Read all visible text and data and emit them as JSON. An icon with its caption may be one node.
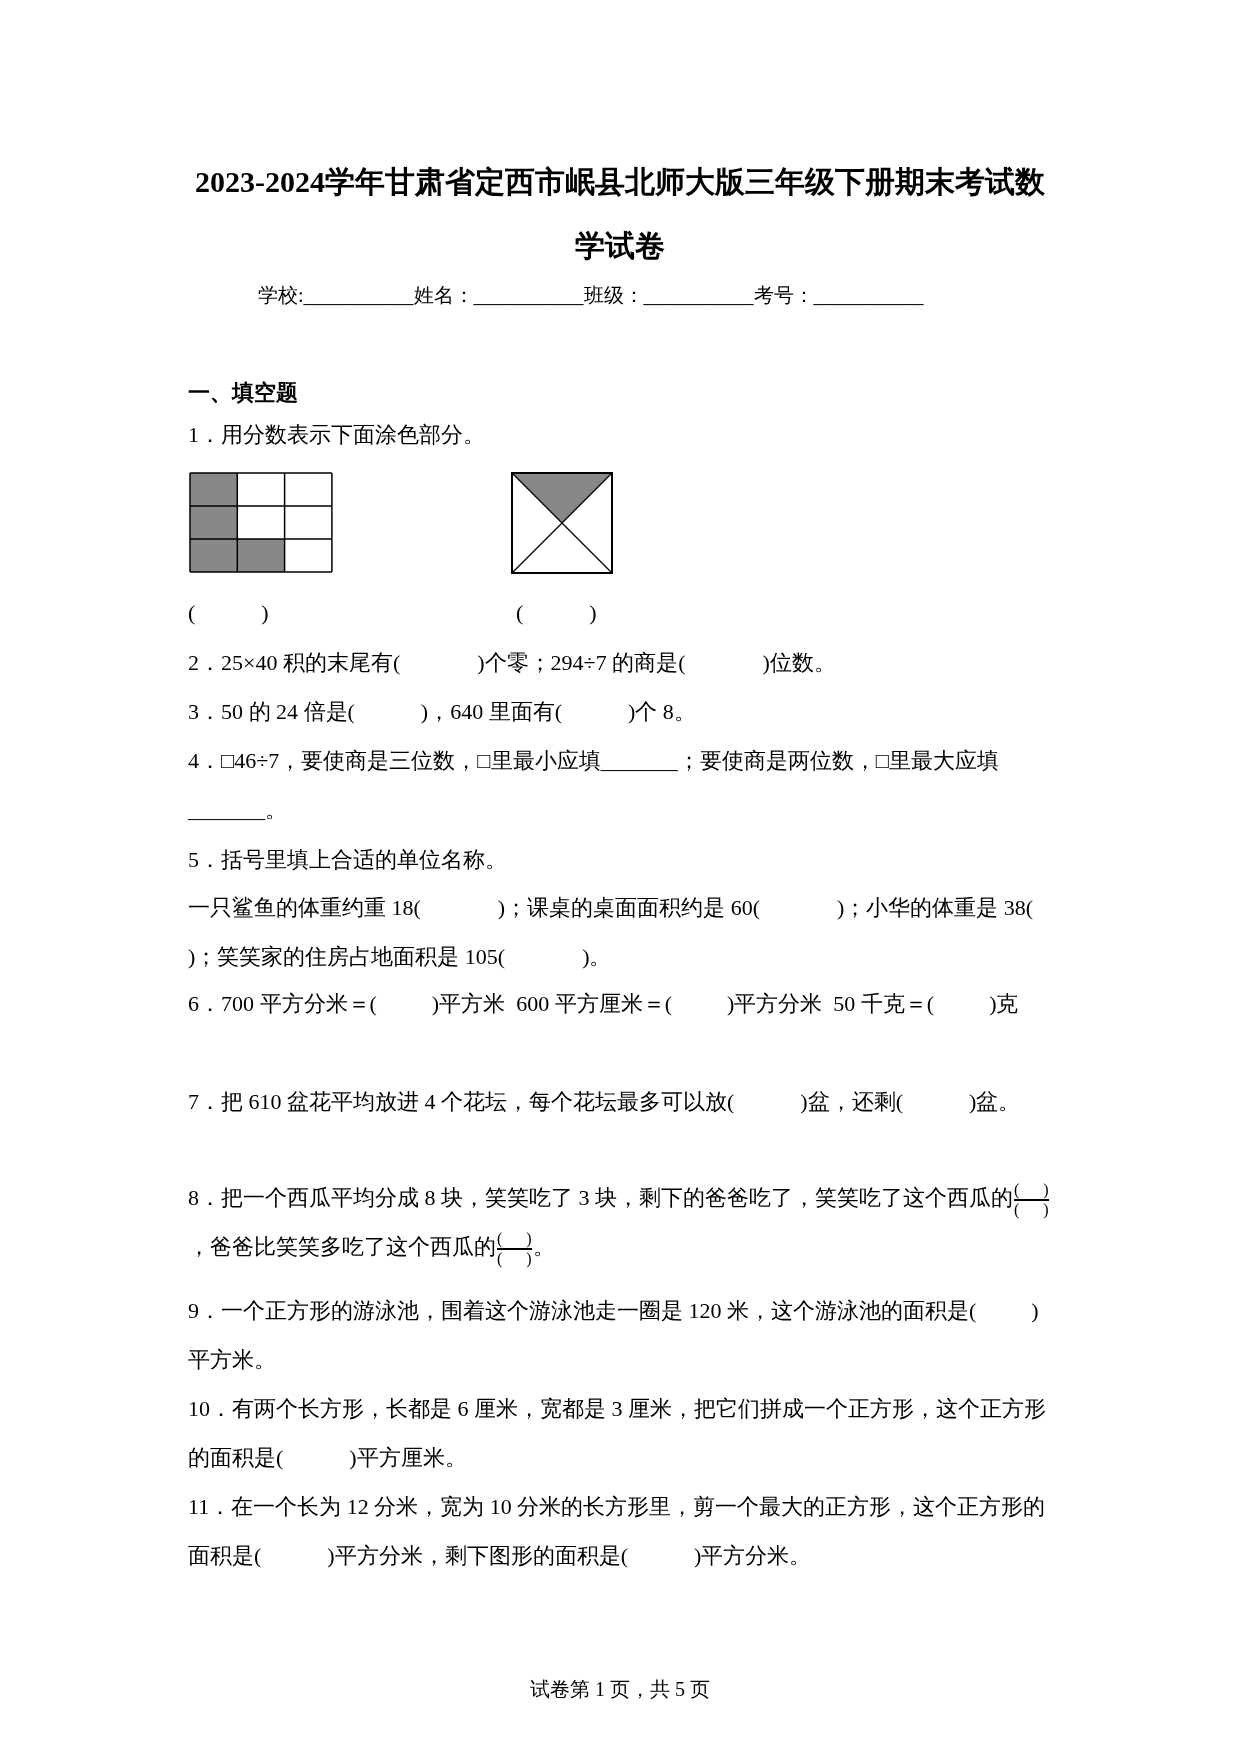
{
  "diagram": {
    "title": "2023-2024学年甘肃省定西市岷县北师大版三年级下册期末考试数学试卷",
    "labels": [
      "学校:___________姓名：___________班级：___________考号：___________",
      "一、填空题",
      "1．用分数表示下面涂色部分。",
      "(            )",
      "(            )",
      "2．25×40 积的末尾有(              )个零；294÷7 的商是(              )位数。",
      "3．50 的 24 倍是(            )，640 里面有(            )个 8。",
      "4．□46÷7，要使商是三位数，□里最小应填_______；要使商是两位数，□里最大应填_______。",
      "5．括号里填上合适的单位名称。",
      "一只鲨鱼的体重约重 18(              )；课桌的桌面面积约是 60(              )；小华的体重是 38(              )；笑笑家的住房占地面积是 105(              )。",
      "6．700 平方分米＝(          )平方米  600 平方厘米＝(          )平方分米  50 千克＝(          )克",
      "7．把 610 盆花平均放进 4 个花坛，每个花坛最多可以放(            )盆，还剩(            )盆。",
      "8．把一个西瓜平均分成 8 块，笑笑吃了 3 块，剩下的爸爸吃了，笑笑吃了这个西瓜的",
      "(      )",
      "(      )",
      "，爸爸比笑笑多吃了这个西瓜的",
      "(      )",
      "(      )",
      "。",
      "9．一个正方形的游泳池，围着这个游泳池走一圈是 120 米，这个游泳池的面积是(          )平方米。",
      "10．有两个长方形，长都是 6 厘米，宽都是 3 厘米，把它们拼成一个正方形，这个正方形的面积是(            )平方厘米。",
      "11．在一个长为 12 分米，宽为 10 分米的长方形里，剪一个最大的正方形，这个正方形的面积是(            )平方分米，剩下图形的面积是(            )平方分米。",
      "试卷第 1 页，共 5 页"
    ]
  }
}
